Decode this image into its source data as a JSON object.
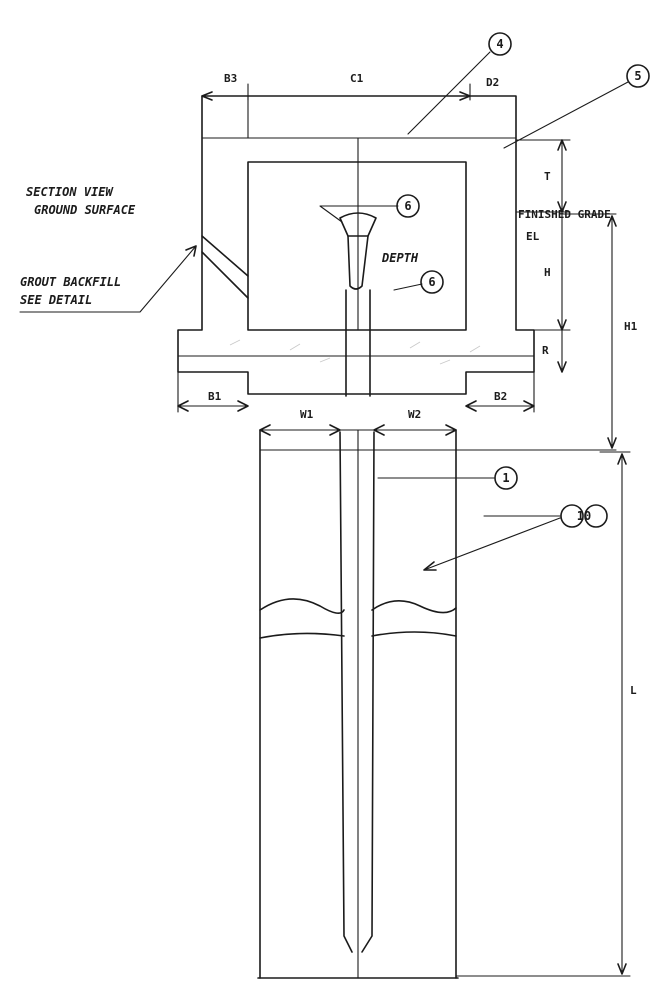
{
  "callouts": [
    {
      "id": "a",
      "label": "4"
    },
    {
      "id": "b",
      "label": "5"
    },
    {
      "id": "c",
      "label": "6"
    },
    {
      "id": "d",
      "label": "6"
    },
    {
      "id": "e",
      "label": "1"
    },
    {
      "id": "f",
      "label": "10"
    }
  ],
  "annotations": {
    "left_top_line1": "SECTION VIEW",
    "left_top_line2": "GROUND SURFACE",
    "left_mid_line1": "GROUT BACKFILL",
    "left_mid_line2": "SEE DETAIL",
    "inner_label": "DEPTH",
    "right_label": "FINISHED GRADE",
    "right_sub": "EL"
  },
  "dimensions": {
    "top_left": "B3",
    "top_mid": "C1",
    "top_right": "D2",
    "right_upper": "T",
    "right_mid": "H",
    "right_lower": "R",
    "right_far": "H1",
    "base_left": "B1",
    "base_right": "B2",
    "pile_left": "W1",
    "pile_right": "W2",
    "pile_length": "L"
  },
  "colors": {
    "line": "#1b1b1b",
    "hatch": "#c9c9c9",
    "background": "#ffffff"
  }
}
